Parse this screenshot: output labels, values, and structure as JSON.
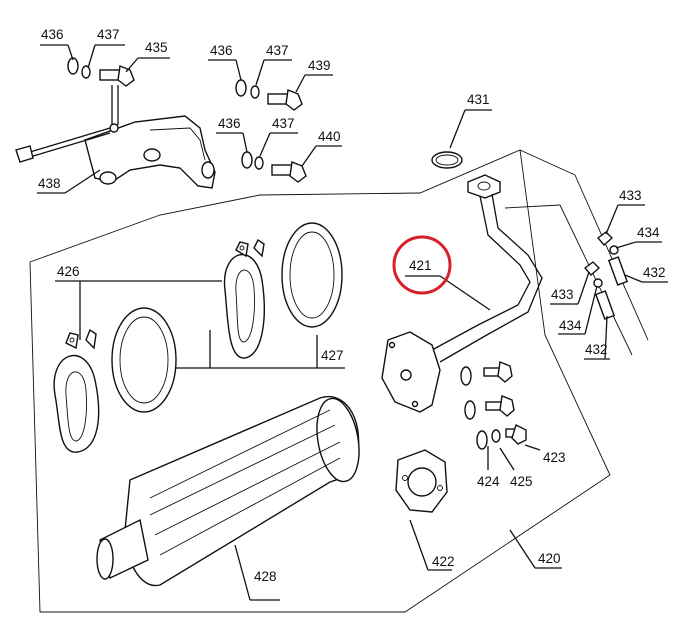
{
  "diagram": {
    "highlight_color": "#d8202a",
    "highlighted_part": "421",
    "labels": {
      "p436a": "436",
      "p437a": "437",
      "p435": "435",
      "p436b": "436",
      "p437b": "437",
      "p439": "439",
      "p431": "431",
      "p436c": "436",
      "p437c": "437",
      "p440": "440",
      "p438": "438",
      "p433a": "433",
      "p434a": "434",
      "p432a": "432",
      "p433b": "433",
      "p434b": "434",
      "p432b": "432",
      "p421": "421",
      "p426": "426",
      "p427": "427",
      "p423": "423",
      "p424": "424",
      "p425": "425",
      "p422": "422",
      "p428": "428",
      "p420": "420"
    }
  }
}
